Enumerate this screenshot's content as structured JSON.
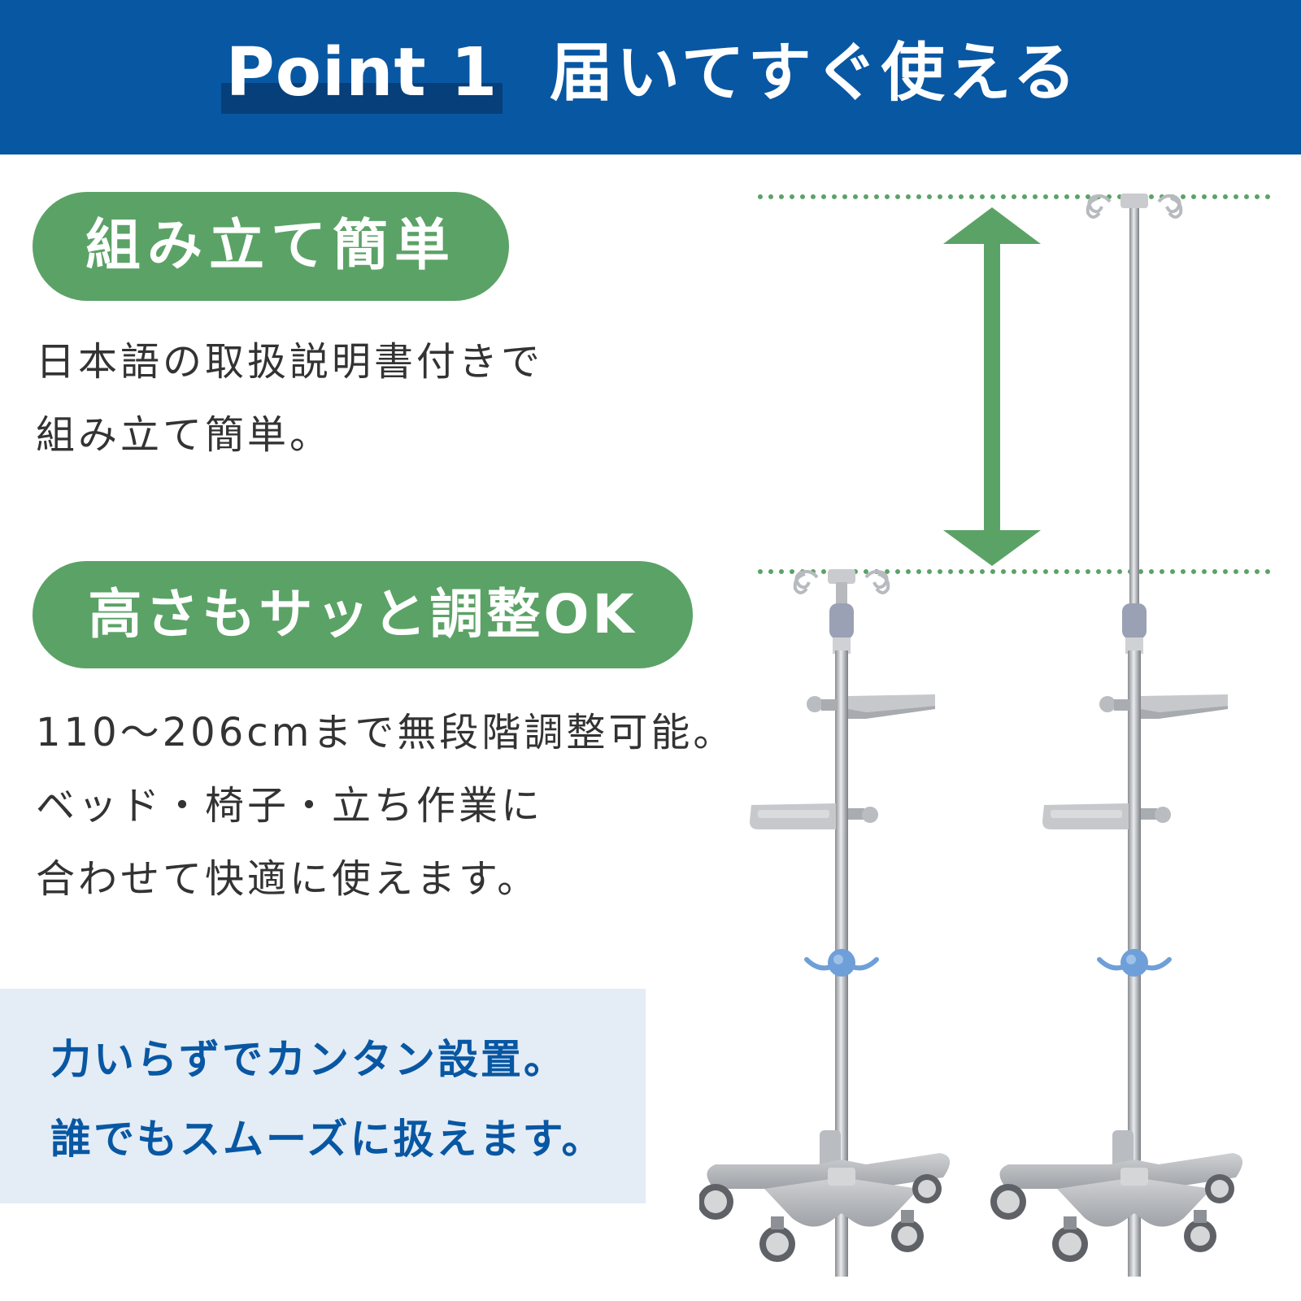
{
  "header": {
    "point_label": "Point 1",
    "title": "届いてすぐ使える",
    "background_color": "#0857a3"
  },
  "section1": {
    "badge": "組み立て簡単",
    "lines": [
      "日本語の取扱説明書付きで",
      "組み立て簡単。"
    ]
  },
  "section2": {
    "badge": "高さもサッと調整OK",
    "lines": [
      "110〜206cmまで無段階調整可能。",
      "ベッド・椅子・立ち作業に",
      "合わせて快適に使えます。"
    ]
  },
  "callout": {
    "lines": [
      "力いらずでカンタン設置。",
      "誰でもスムーズに扱えます。"
    ]
  },
  "illustration": {
    "icons": [
      "iv-stand-low",
      "iv-stand-high",
      "height-arrow-icon",
      "dotted-guide-line"
    ],
    "accent_color": "#5ba266",
    "hook_color": "#6e9fd8"
  }
}
